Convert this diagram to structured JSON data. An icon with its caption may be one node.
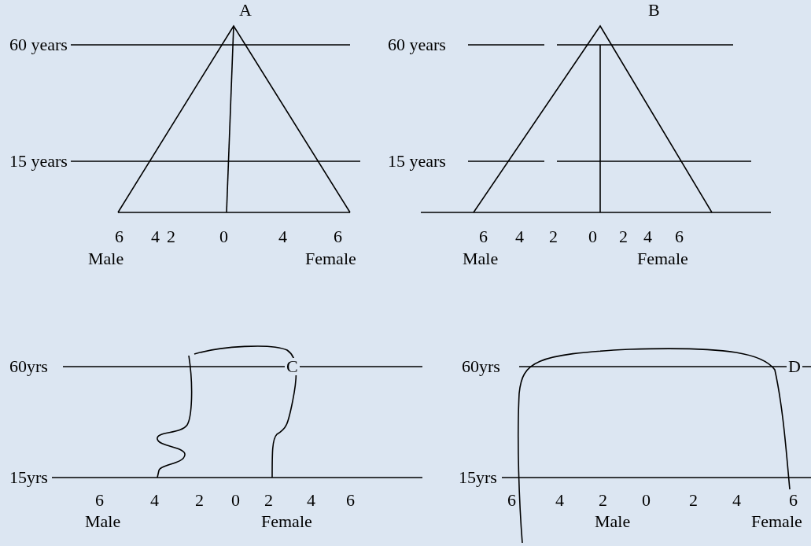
{
  "diagram": {
    "labels": [
      "A",
      "60 years",
      "15 years",
      "6",
      "4",
      "2",
      "0",
      "4",
      "6",
      "Male",
      "Female",
      "B",
      "60 years",
      "15 years",
      "6",
      "4",
      "2",
      "0",
      "2",
      "4",
      "6",
      "Male",
      "Female",
      "60yrs",
      "C",
      "15yrs",
      "6",
      "4",
      "2",
      "0",
      "2",
      "4",
      "6",
      "Male",
      "Female",
      "60yrs",
      "D",
      "15yrs",
      "6",
      "4",
      "2",
      "0",
      "2",
      "4",
      "6",
      "Male",
      "Female"
    ]
  }
}
